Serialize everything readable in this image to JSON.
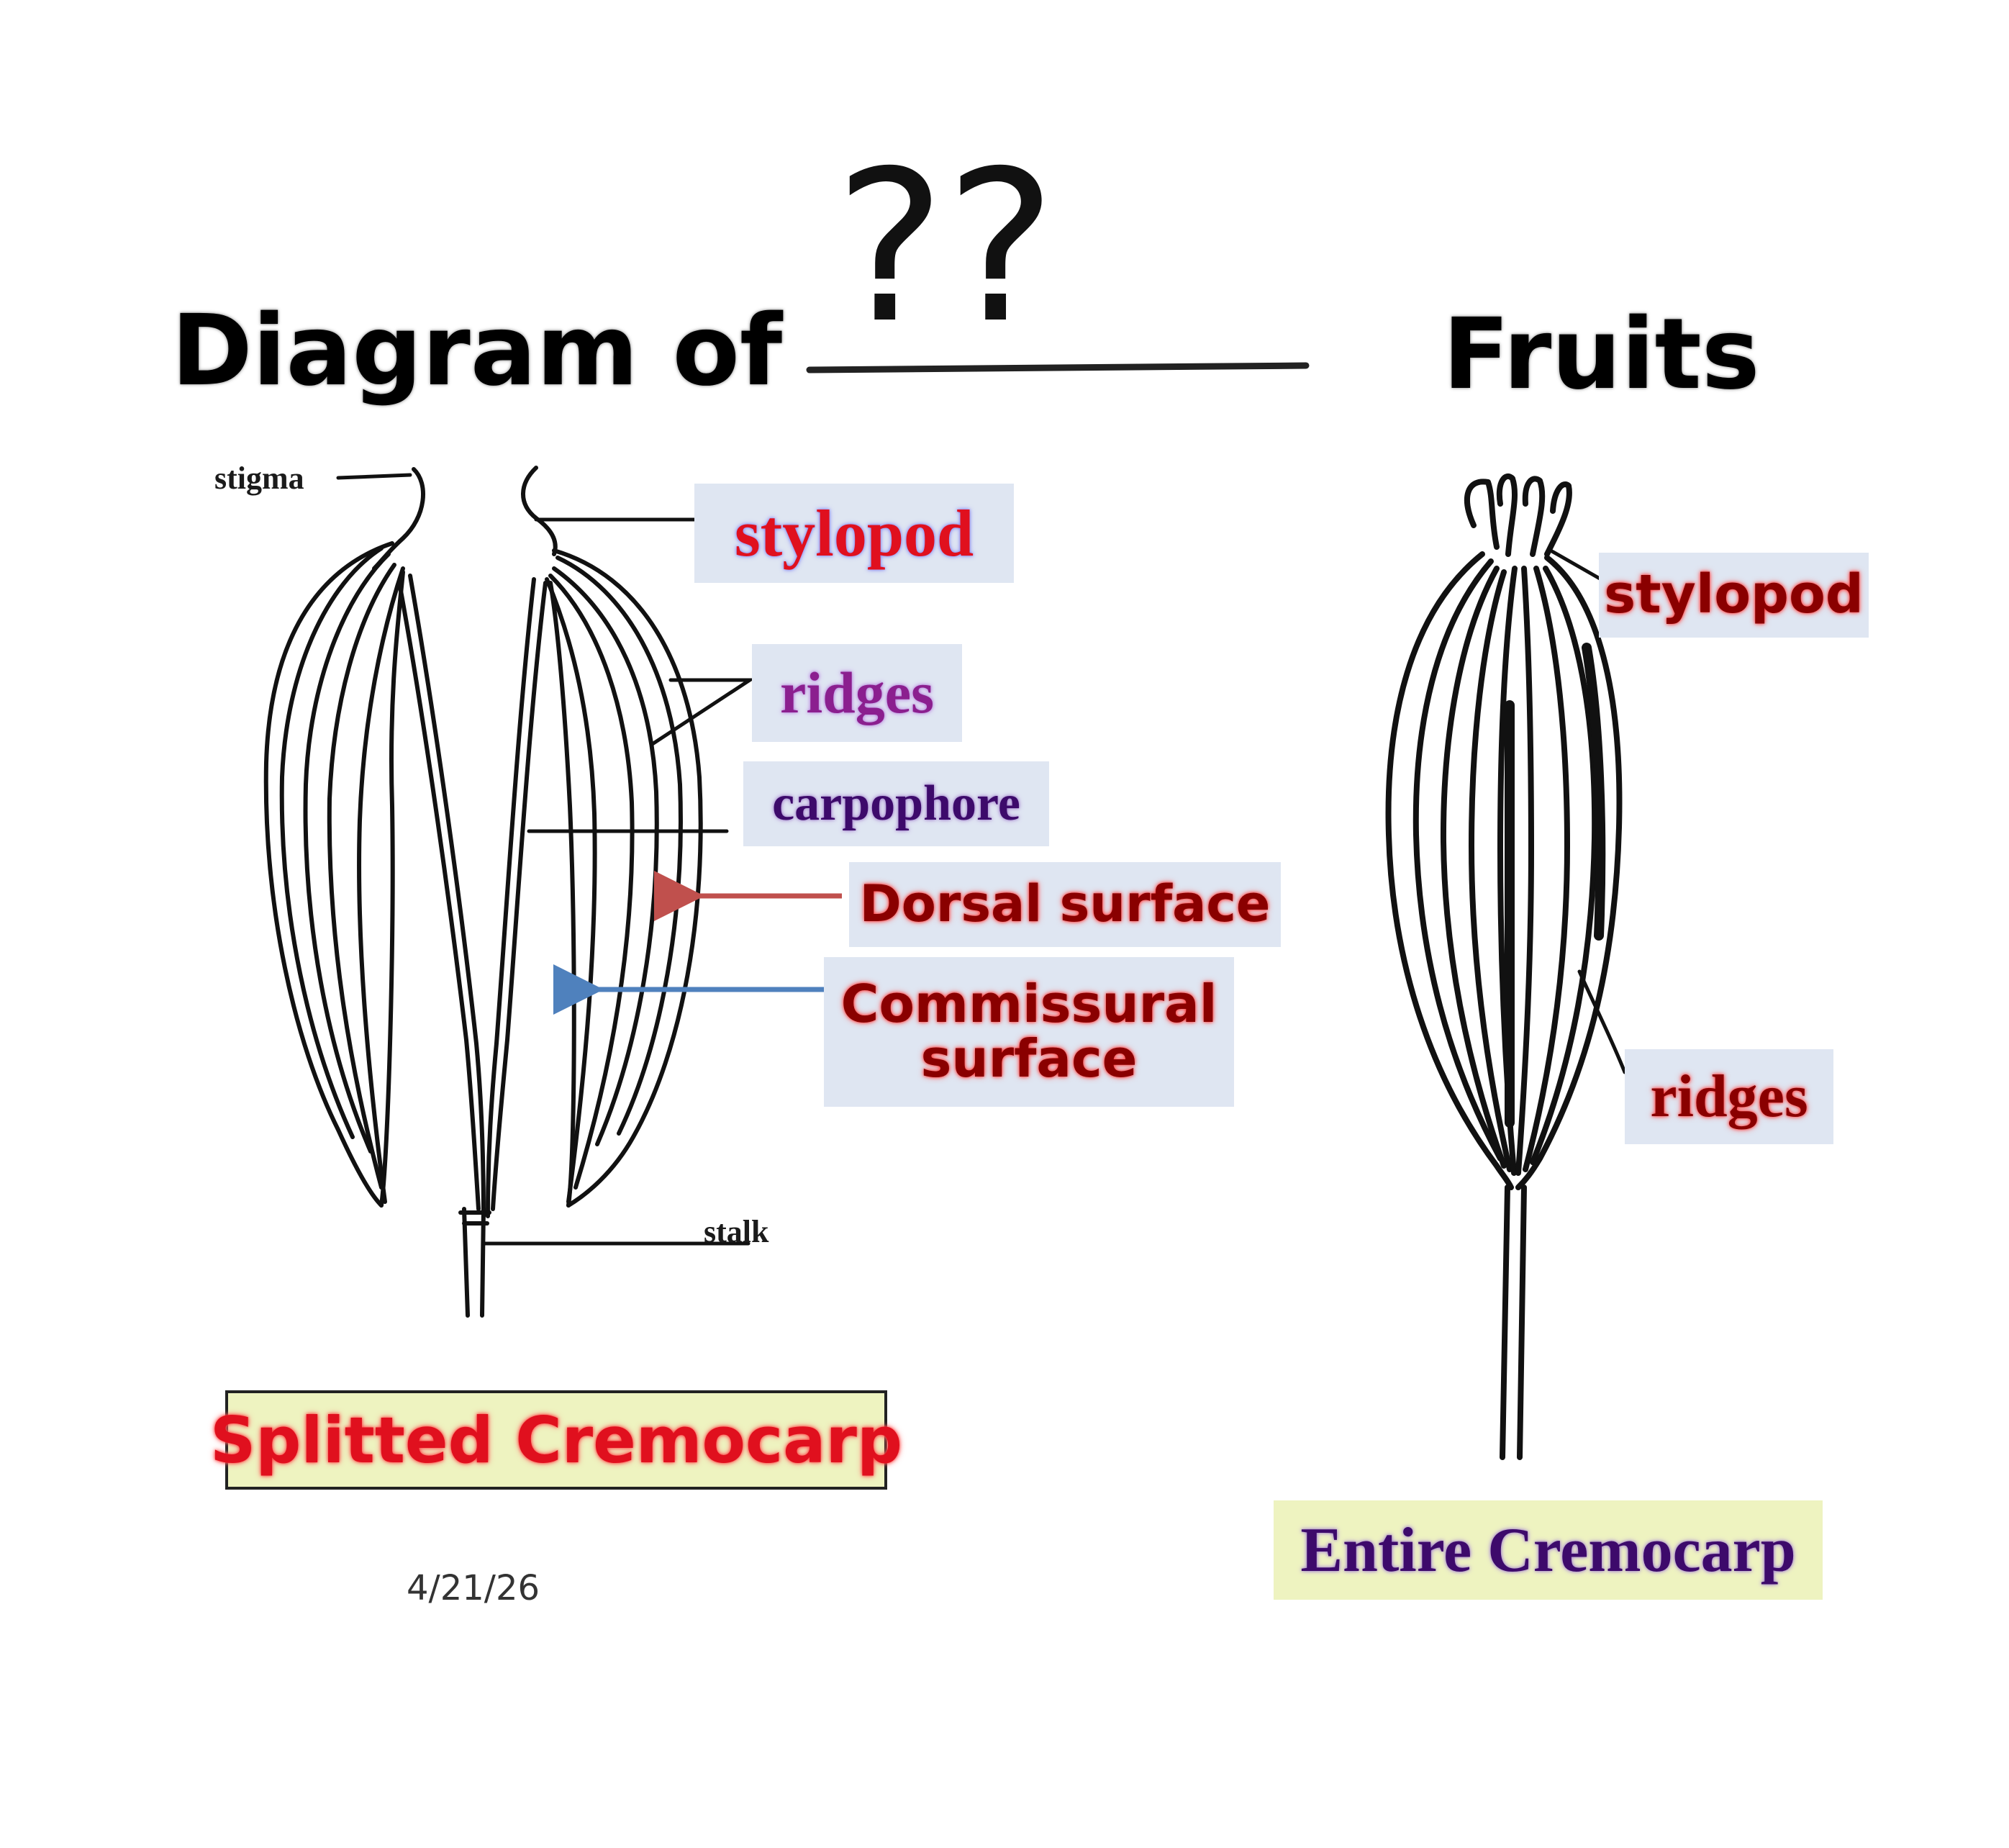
{
  "title": {
    "left": "Diagram of",
    "blank": "??",
    "right": "Fruits"
  },
  "split": {
    "stigma": "stigma",
    "stalk": "stalk",
    "stylopod": "stylopod",
    "ridges": "ridges",
    "carpophore": "carpophore",
    "dorsal": "Dorsal surface",
    "commissural_line1": "Commissural",
    "commissural_line2": "surface",
    "caption": "Splitted Cremocarp"
  },
  "entire": {
    "stylopod": "stylopod",
    "ridges": "ridges",
    "caption": "Entire Cremocarp"
  },
  "footer": {
    "date": "4/21/26"
  },
  "colors": {
    "label_box": "#dfe6f2",
    "caption_box": "#eef3c0",
    "red_text": "#e0101e",
    "dark_red_text": "#8a0000",
    "purple_text": "#8b1f8f",
    "dark_purple_text": "#3d0a6b",
    "dorsal_arrow": "#c0504d",
    "commissural_arrow": "#4f81bd"
  }
}
